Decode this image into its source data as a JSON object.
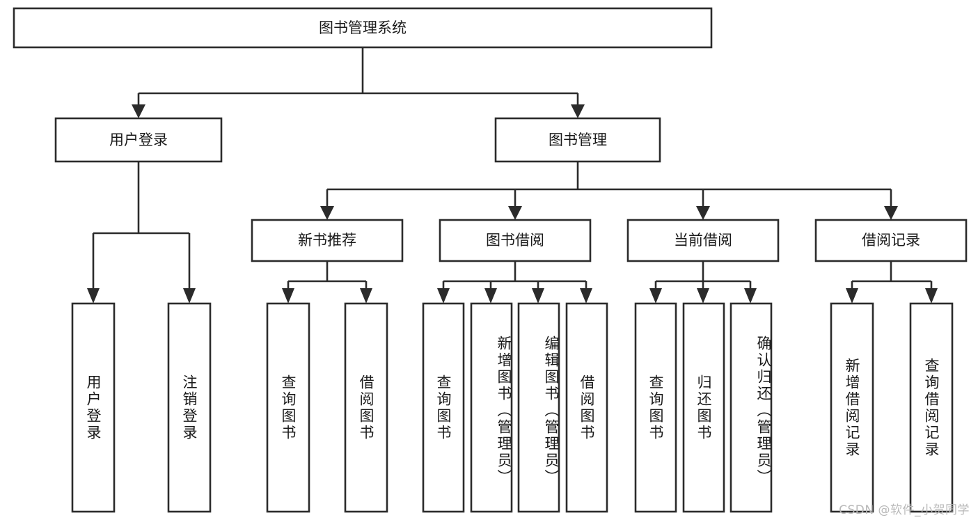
{
  "diagram": {
    "type": "tree",
    "title": "图书管理系统",
    "orientation": "top-down",
    "watermark": "CSDN @软件_小贺同学",
    "colors": {
      "box_stroke": "#2b2b2b",
      "box_fill": "#ffffff",
      "text": "#1a1a1a",
      "background": "#ffffff",
      "watermark": "#b9b9b9"
    },
    "root": {
      "label": "图书管理系统"
    },
    "level2": [
      {
        "label": "用户登录"
      },
      {
        "label": "图书管理"
      }
    ],
    "level3": [
      {
        "label": "新书推荐"
      },
      {
        "label": "图书借阅"
      },
      {
        "label": "当前借阅"
      },
      {
        "label": "借阅记录"
      }
    ],
    "leaves": {
      "user_login": [
        {
          "label": "用户登录"
        },
        {
          "label": "注销登录"
        }
      ],
      "new_book_recommend": [
        {
          "label": "查询图书"
        },
        {
          "label": "借阅图书"
        }
      ],
      "book_borrow": [
        {
          "label": "查询图书"
        },
        {
          "label": "新增图书（管理员）"
        },
        {
          "label": "编辑图书（管理员）"
        },
        {
          "label": "借阅图书"
        }
      ],
      "current_borrow": [
        {
          "label": "查询图书"
        },
        {
          "label": "归还图书"
        },
        {
          "label": "确认归还（管理员）"
        }
      ],
      "borrow_record": [
        {
          "label": "新增借阅记录"
        },
        {
          "label": "查询借阅记录"
        }
      ]
    }
  }
}
